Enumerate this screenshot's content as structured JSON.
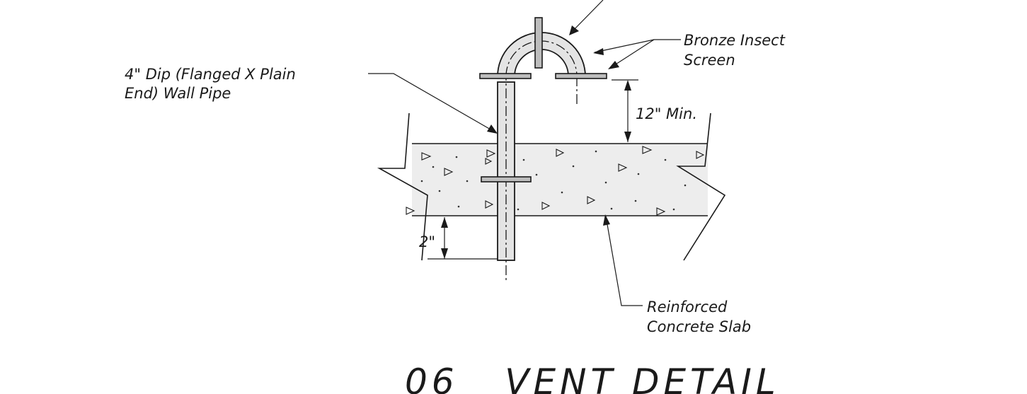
{
  "drawing": {
    "labels": {
      "wall_pipe_line1": "4\" Dip (Flanged X Plain",
      "wall_pipe_line2": "End) Wall Pipe",
      "insect_screen_line1": "Bronze Insect",
      "insect_screen_line2": "Screen",
      "clearance": "12\" Min.",
      "bottom_projection": "2\"",
      "slab_line1": "Reinforced",
      "slab_line2": "Concrete Slab"
    },
    "title": "06   VENT DETAIL",
    "colors": {
      "ink": "#1a1a1a",
      "concrete": "#ededed",
      "pipe": "#e4e4e4",
      "flange": "#bdbdbd"
    }
  }
}
